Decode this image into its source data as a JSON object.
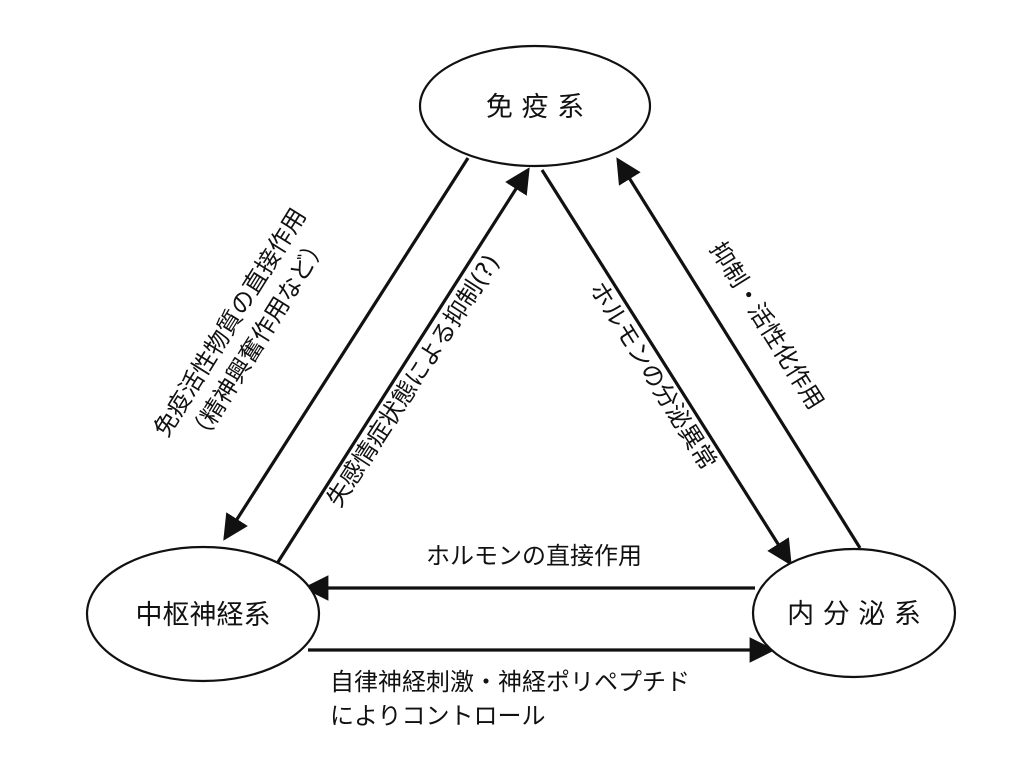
{
  "colors": {
    "background": "#ffffff",
    "stroke": "#111111",
    "text": "#111111"
  },
  "nodes": {
    "immune": {
      "label": "免 疫 系"
    },
    "cns": {
      "label": "中枢神経系"
    },
    "endocrine": {
      "label": "内 分 泌 系"
    }
  },
  "edges": {
    "immune_to_cns": {
      "line1": "免疫活性物質の直接作用",
      "line2": "（精神興奮作用など）"
    },
    "cns_to_immune": {
      "label": "失感情症状態による抑制(?)"
    },
    "immune_to_endocrine": {
      "label": "ホルモンの分泌異常"
    },
    "endocrine_to_immune": {
      "label": "抑制・活性化作用"
    },
    "endocrine_to_cns": {
      "label": "ホルモンの直接作用"
    },
    "cns_to_endocrine": {
      "line1": "自律神経刺激・神経ポリペプチド",
      "line2": "によりコントロール"
    }
  }
}
